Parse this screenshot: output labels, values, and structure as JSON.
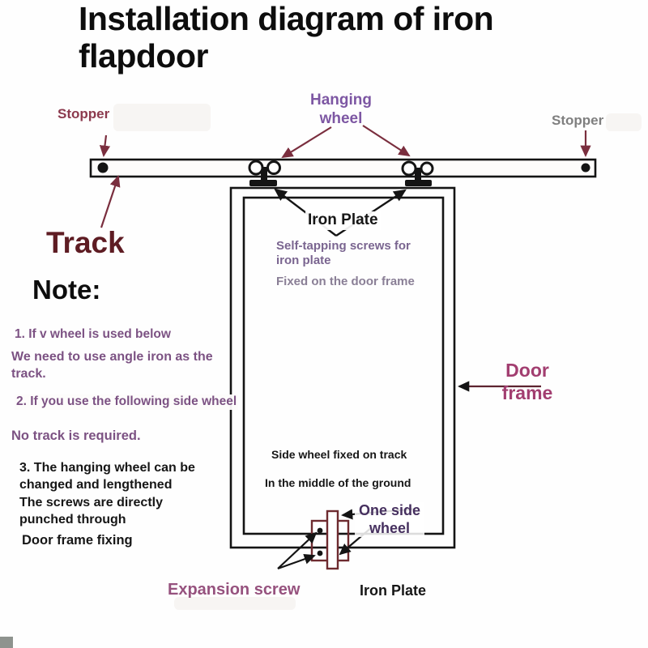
{
  "title": {
    "text": "Installation diagram of iron flapdoor"
  },
  "labels": {
    "stopper_left": "Stopper",
    "stopper_right": "Stopper",
    "hanging_wheel": "Hanging wheel",
    "track": "Track",
    "iron_plate_top": "Iron Plate",
    "self_tapping": "Self-tapping screws for iron plate",
    "fixed_on_frame": "Fixed on the door frame",
    "door_frame": "Door frame",
    "side_wheel_fixed": "Side wheel fixed on track",
    "middle_ground": "In the middle of the ground",
    "one_side_wheel": "One side wheel",
    "expansion_screw": "Expansion screw",
    "iron_plate_bottom": "Iron Plate"
  },
  "notes": {
    "heading": "Note:",
    "items": [
      "1. If v wheel is used below",
      "We need to use angle iron as the track.",
      "2. If you use the following side wheel",
      "No track is required.",
      "3. The hanging wheel can be changed and lengthened",
      "The screws are directly punched through",
      "Door frame fixing"
    ]
  },
  "colors": {
    "title_black": "#0d0d0d",
    "line_black": "#141414",
    "maroon_arrow": "#7a2e3e",
    "track_label": "#5e1c23",
    "stopper_left": "#8c3a4e",
    "stopper_right": "#7f7f7f",
    "hanging_wheel": "#7d57a3",
    "purple_note": "#7c5283",
    "door_frame_label": "#a23e70",
    "one_side_wheel": "#46305f",
    "expansion_screw": "#96527e",
    "self_tapping": "#7a6590",
    "fixed_frame": "#8a7f96",
    "note_black": "#161616",
    "mech_maroon": "#6e2b30",
    "gray_square": "#8e938e"
  }
}
